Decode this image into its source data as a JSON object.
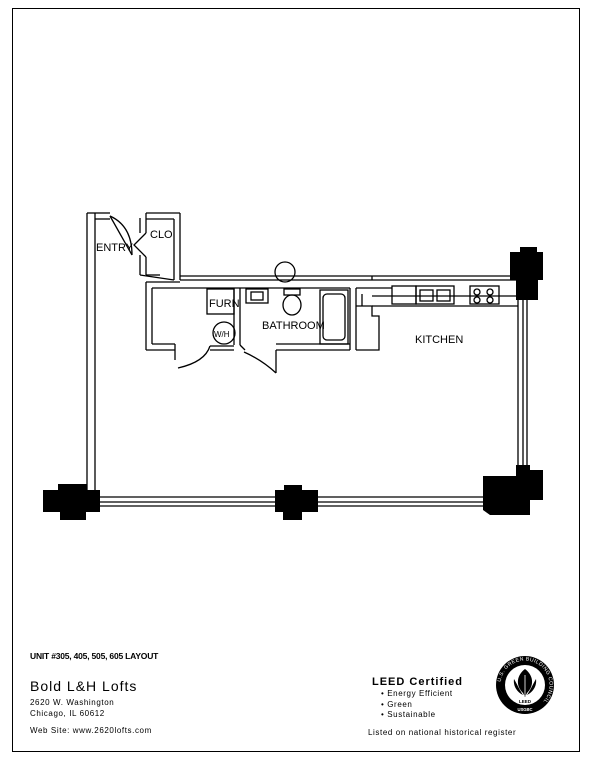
{
  "plan": {
    "rooms": {
      "entry": "ENTRY",
      "closet": "CLO",
      "furnace": "FURN",
      "washer_heater": "W/H",
      "bathroom": "BATHROOM",
      "kitchen": "KITCHEN"
    }
  },
  "footer": {
    "unit_layout": "UNIT #305, 405, 505, 605 LAYOUT",
    "building_name": "Bold L&H Lofts",
    "address_line1": "2620 W. Washington",
    "address_line2": "Chicago, IL 60612",
    "website": "Web Site: www.2620lofts.com"
  },
  "leed": {
    "title": "LEED Certified",
    "items": [
      "Energy Efficient",
      "Green",
      "Sustainable"
    ],
    "register_note": "Listed on national historical register",
    "logo": {
      "ring_text": "U.S. GREEN BUILDING COUNCIL",
      "center_text": "LEED",
      "bottom_text": "USGBC",
      "icon": "leaf-icon"
    }
  }
}
